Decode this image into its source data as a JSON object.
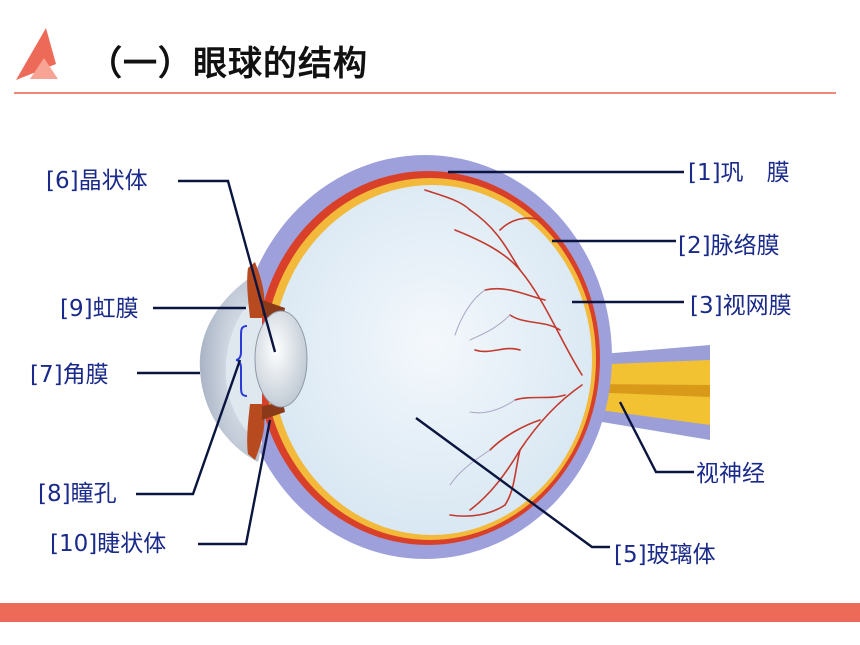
{
  "header": {
    "title": "（一）眼球的结构"
  },
  "colors": {
    "accent": "#ec6a57",
    "label_text": "#1a2a8a",
    "leader_line": "#0a1540"
  },
  "labels": {
    "sclera": "[1]巩　膜",
    "choroid": "[2]脉络膜",
    "retina": "[3]视网膜",
    "vitreous": "[5]玻璃体",
    "lens": "[6]晶状体",
    "cornea": "[7]角膜",
    "pupil": "[8]瞳孔",
    "iris": "[9]虹膜",
    "ciliary_body": "[10]睫状体",
    "optic_nerve": "视神经"
  }
}
